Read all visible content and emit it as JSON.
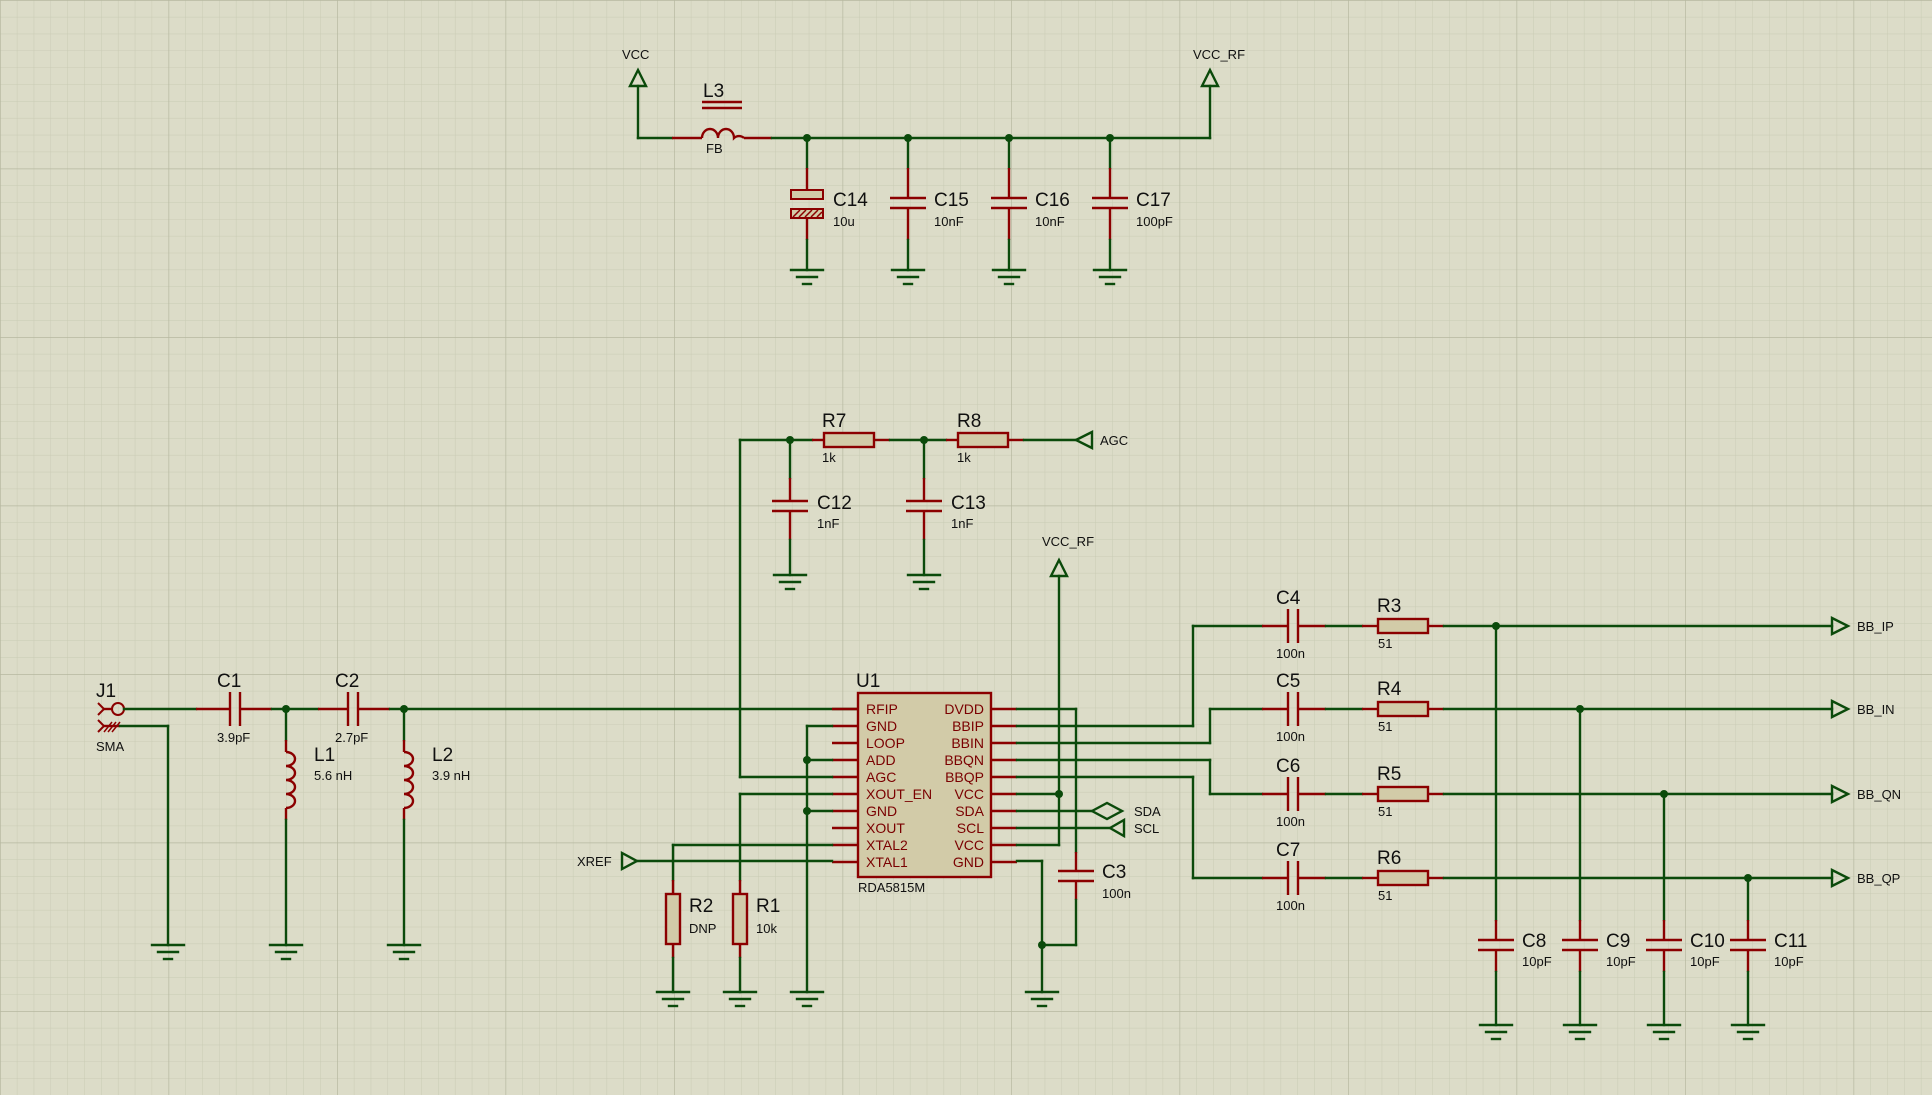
{
  "grid": {
    "minor": "#c9cbb4",
    "major": "#b6b8a0",
    "background": "#dcdcc8"
  },
  "colors": {
    "wire": "#0b4a0b",
    "component": "#8b0000",
    "body_fill": "#d2cba8",
    "text": "#101010"
  },
  "power": {
    "vcc": "VCC",
    "vcc_rf_top": "VCC_RF",
    "vcc_rf_mid": "VCC_RF"
  },
  "components": {
    "L3": {
      "ref": "L3",
      "value": "FB"
    },
    "C14": {
      "ref": "C14",
      "value": "10u"
    },
    "C15": {
      "ref": "C15",
      "value": "10nF"
    },
    "C16": {
      "ref": "C16",
      "value": "10nF"
    },
    "C17": {
      "ref": "C17",
      "value": "100pF"
    },
    "R7": {
      "ref": "R7",
      "value": "1k"
    },
    "R8": {
      "ref": "R8",
      "value": "1k"
    },
    "C12": {
      "ref": "C12",
      "value": "1nF"
    },
    "C13": {
      "ref": "C13",
      "value": "1nF"
    },
    "J1": {
      "ref": "J1",
      "value": "SMA"
    },
    "C1": {
      "ref": "C1",
      "value": "3.9pF"
    },
    "C2": {
      "ref": "C2",
      "value": "2.7pF"
    },
    "L1": {
      "ref": "L1",
      "value": "5.6 nH"
    },
    "L2": {
      "ref": "L2",
      "value": "3.9 nH"
    },
    "R2": {
      "ref": "R2",
      "value": "DNP"
    },
    "R1": {
      "ref": "R1",
      "value": "10k"
    },
    "C3": {
      "ref": "C3",
      "value": "100n"
    },
    "C4": {
      "ref": "C4",
      "value": "100n"
    },
    "C5": {
      "ref": "C5",
      "value": "100n"
    },
    "C6": {
      "ref": "C6",
      "value": "100n"
    },
    "C7": {
      "ref": "C7",
      "value": "100n"
    },
    "R3": {
      "ref": "R3",
      "value": "51"
    },
    "R4": {
      "ref": "R4",
      "value": "51"
    },
    "R5": {
      "ref": "R5",
      "value": "51"
    },
    "R6": {
      "ref": "R6",
      "value": "51"
    },
    "C8": {
      "ref": "C8",
      "value": "10pF"
    },
    "C9": {
      "ref": "C9",
      "value": "10pF"
    },
    "C10": {
      "ref": "C10",
      "value": "10pF"
    },
    "C11": {
      "ref": "C11",
      "value": "10pF"
    }
  },
  "ic": {
    "ref": "U1",
    "part": "RDA5815M",
    "left_pins": [
      "RFIP",
      "GND",
      "LOOP",
      "ADD",
      "AGC",
      "XOUT_EN",
      "GND",
      "XOUT",
      "XTAL2",
      "XTAL1"
    ],
    "right_pins": [
      "DVDD",
      "BBIP",
      "BBIN",
      "BBQN",
      "BBQP",
      "VCC",
      "SDA",
      "SCL",
      "VCC",
      "GND"
    ]
  },
  "nets": {
    "agc": "AGC",
    "sda": "SDA",
    "scl": "SCL",
    "xref": "XREF",
    "bb_ip": "BB_IP",
    "bb_in": "BB_IN",
    "bb_qn": "BB_QN",
    "bb_qp": "BB_QP"
  }
}
